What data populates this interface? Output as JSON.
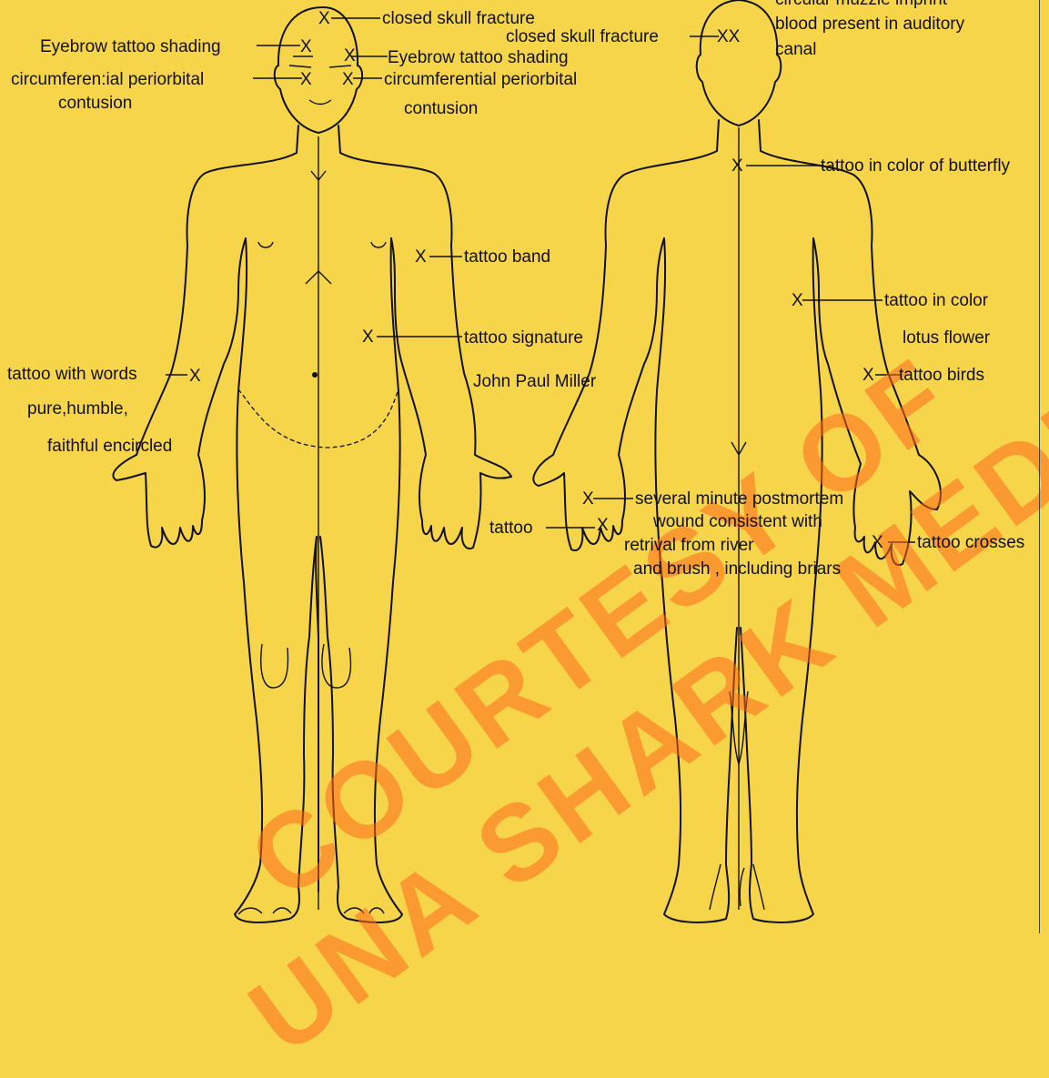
{
  "watermark": {
    "line1": "COURTESY OF",
    "line2": "UNA SHARK MEDIA"
  },
  "front": {
    "labels": {
      "skull": "closed skull fracture",
      "eyebrow_left": "Eyebrow tattoo shading",
      "eyebrow_right": "Eyebrow tattoo shading",
      "periorbital_left_1": "circumferen:ial periorbital",
      "periorbital_left_2": "contusion",
      "periorbital_right_1": "circumferential periorbital",
      "periorbital_right_2": "contusion",
      "band": "tattoo band",
      "signature_1": "tattoo signature",
      "signature_2": "John Paul Miller",
      "words_1": "tattoo with words",
      "words_2": "pure,humble,",
      "words_3": "faithful encircled",
      "hand": "tattoo"
    }
  },
  "back": {
    "labels": {
      "muzzle": "circular muzzle imprint",
      "skull": "closed skull fracture",
      "blood_1": "blood present in auditory",
      "blood_2": "canal",
      "butterfly": "tattoo in color of butterfly",
      "lotus_1": "tattoo in color",
      "lotus_2": "lotus flower",
      "birds": "tattoo birds",
      "wound_1": "several minute postmortem",
      "wound_2": "wound consistent with",
      "wound_3": "retrival from river",
      "wound_4": "and brush , including briars",
      "crosses": "tattoo crosses"
    }
  },
  "marks": {
    "x": "X",
    "xx": "XX"
  }
}
